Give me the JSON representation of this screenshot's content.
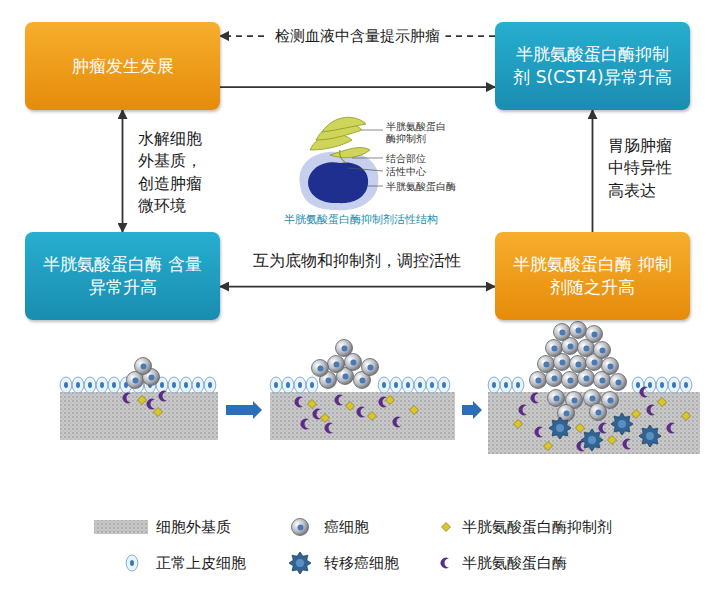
{
  "diagram": {
    "nodes": [
      {
        "text": [
          "肿瘤发生发展"
        ]
      },
      {
        "text": [
          "半胱氨酸蛋白酶抑制剂 S(CST4)异常升高"
        ]
      },
      {
        "text": [
          "半胱氨酸蛋白酶 含量异常升高"
        ]
      },
      {
        "text": [
          "半胱氨酸蛋白酶 抑制剂随之升高"
        ]
      }
    ],
    "edges": [
      {
        "from": 1,
        "to": 0,
        "arrow": "to",
        "label": "检测血液中含量提示肿瘤"
      },
      {
        "from": 0,
        "to": 1,
        "arrow": "to"
      },
      {
        "from": 0,
        "to": 2,
        "arrow": "both",
        "label": "水解细胞外基质，创造肿瘤微环境"
      },
      {
        "from": 2,
        "to": 3,
        "arrow": "both",
        "label": "互为底物和抑制剂，调控活性"
      },
      {
        "from": 3,
        "to": 1,
        "arrow": "to",
        "label": "胃肠肿瘤中特异性高表达"
      }
    ],
    "labels": [
      "半胱氨酸蛋白酶抑制剂",
      "结合部位",
      "活性中心",
      "半胱氨酸蛋白酶",
      "半胱氨酸蛋白酶抑制剂活性结构"
    ],
    "legend": [
      {
        "text": "细胞外基质"
      },
      {
        "text": "癌细胞"
      },
      {
        "text": "半胱氨酸蛋白酶抑制剂"
      },
      {
        "text": "正常上皮细胞"
      },
      {
        "text": "转移癌细胞"
      },
      {
        "text": "半胱氨酸蛋白酶"
      }
    ]
  }
}
